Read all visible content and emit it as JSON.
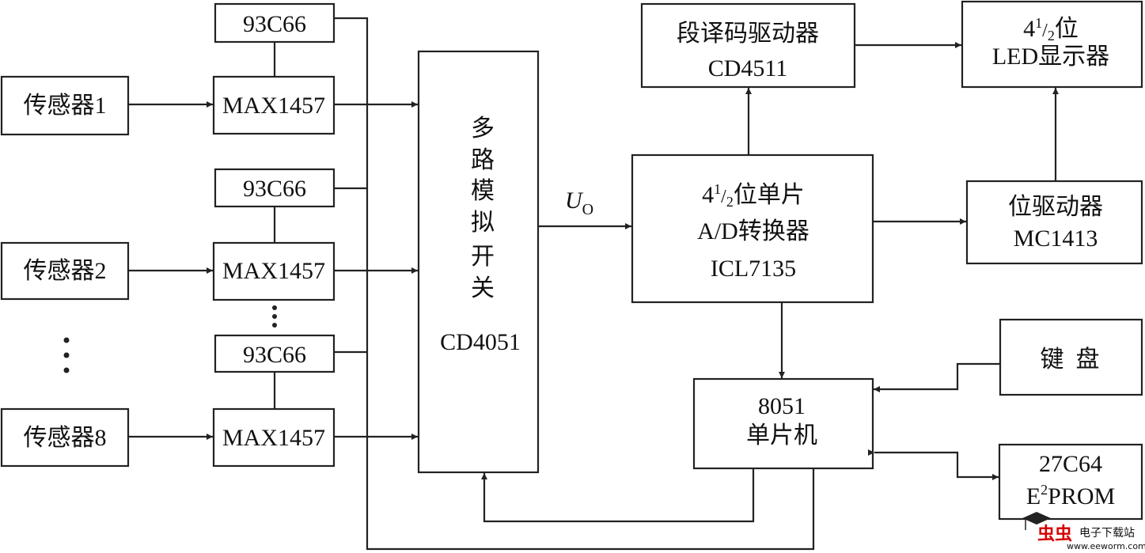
{
  "diagram": {
    "sensors": [
      "传感器1",
      "传感器2",
      "传感器8"
    ],
    "eeprom_chip": "93C66",
    "conditioner_chip": "MAX1457",
    "mux": {
      "chars": [
        "多",
        "路",
        "模",
        "拟",
        "开",
        "关"
      ],
      "part": "CD4051"
    },
    "signal_label": {
      "symbol": "U",
      "subscript": "O"
    },
    "adc": {
      "line1_prefix": "4",
      "frac_num": "1",
      "frac_den": "2",
      "line1_suffix": "位单片",
      "line2": "A/D转换器",
      "line3": "ICL7135"
    },
    "seg_driver": {
      "line1": "段译码驱动器",
      "line2": "CD4511"
    },
    "led_display": {
      "prefix": "4",
      "frac_num": "1",
      "frac_den": "2",
      "suffix": "位",
      "line2": "LED显示器"
    },
    "bit_driver": {
      "line1": "位驱动器",
      "line2": "MC1413"
    },
    "mcu": {
      "line1": "8051",
      "line2": "单片机"
    },
    "keyboard": {
      "label": "键  盘"
    },
    "eprom": {
      "line1": "27C64",
      "line2_prefix": "E",
      "line2_sup": "2",
      "line2_suffix": "PROM"
    }
  },
  "watermark": {
    "logo_text": "虫虫",
    "site_name": "电子下载站",
    "url": "www.eeworm.com"
  }
}
